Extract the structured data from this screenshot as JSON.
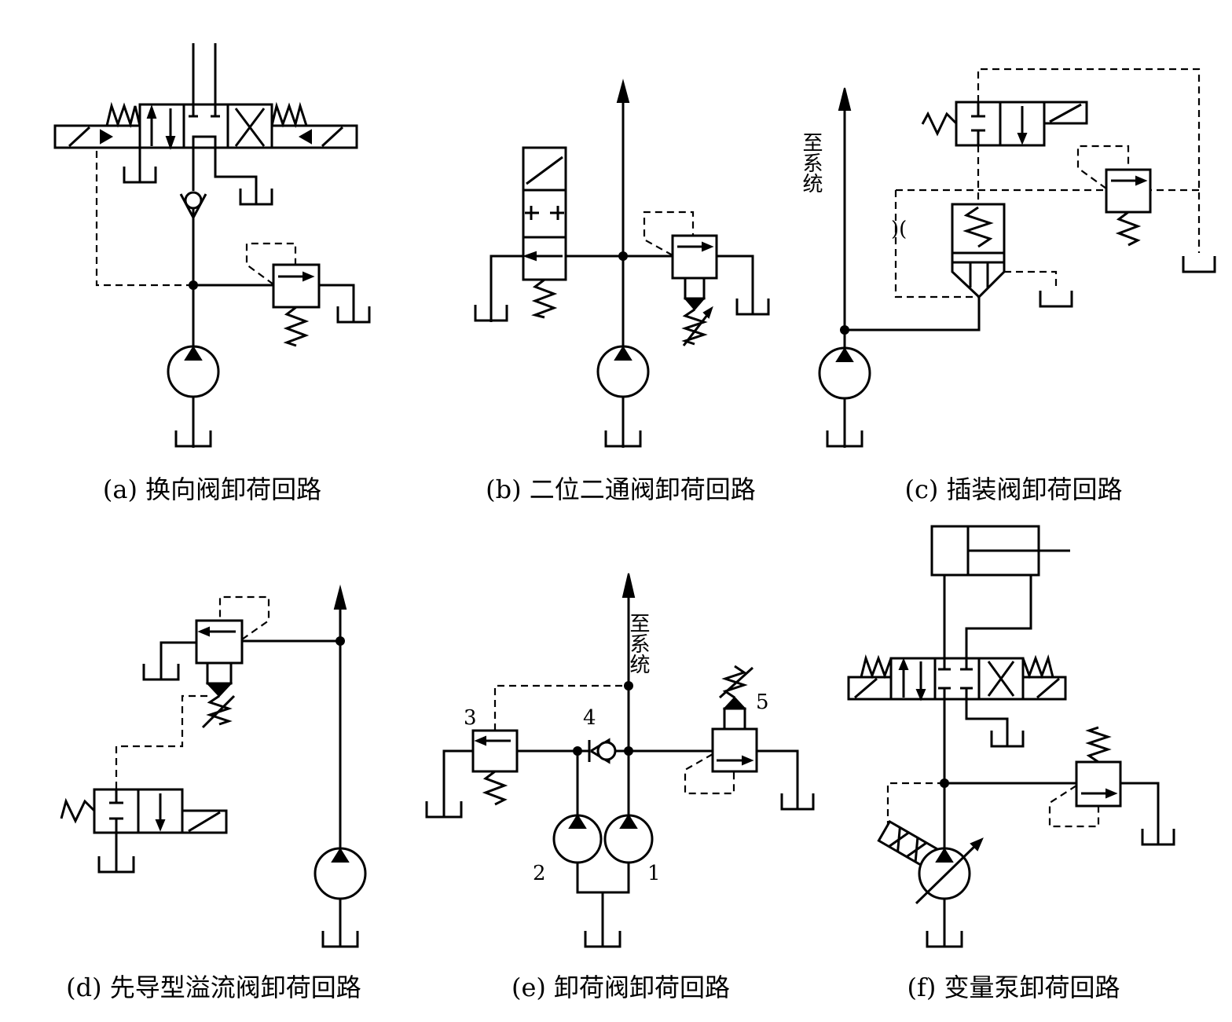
{
  "diagrams": [
    {
      "id": "a",
      "caption": "(a) 换向阀卸荷回路"
    },
    {
      "id": "b",
      "caption": "(b) 二位二通阀卸荷回路"
    },
    {
      "id": "c",
      "caption": "(c) 插装阀卸荷回路",
      "side_label": "至系统"
    },
    {
      "id": "d",
      "caption": "(d) 先导型溢流阀卸荷回路"
    },
    {
      "id": "e",
      "caption": "(e) 卸荷阀卸荷回路",
      "side_label": "至系统",
      "numbers": [
        "1",
        "2",
        "3",
        "4",
        "5"
      ]
    },
    {
      "id": "f",
      "caption": "(f) 变量泵卸荷回路"
    }
  ]
}
